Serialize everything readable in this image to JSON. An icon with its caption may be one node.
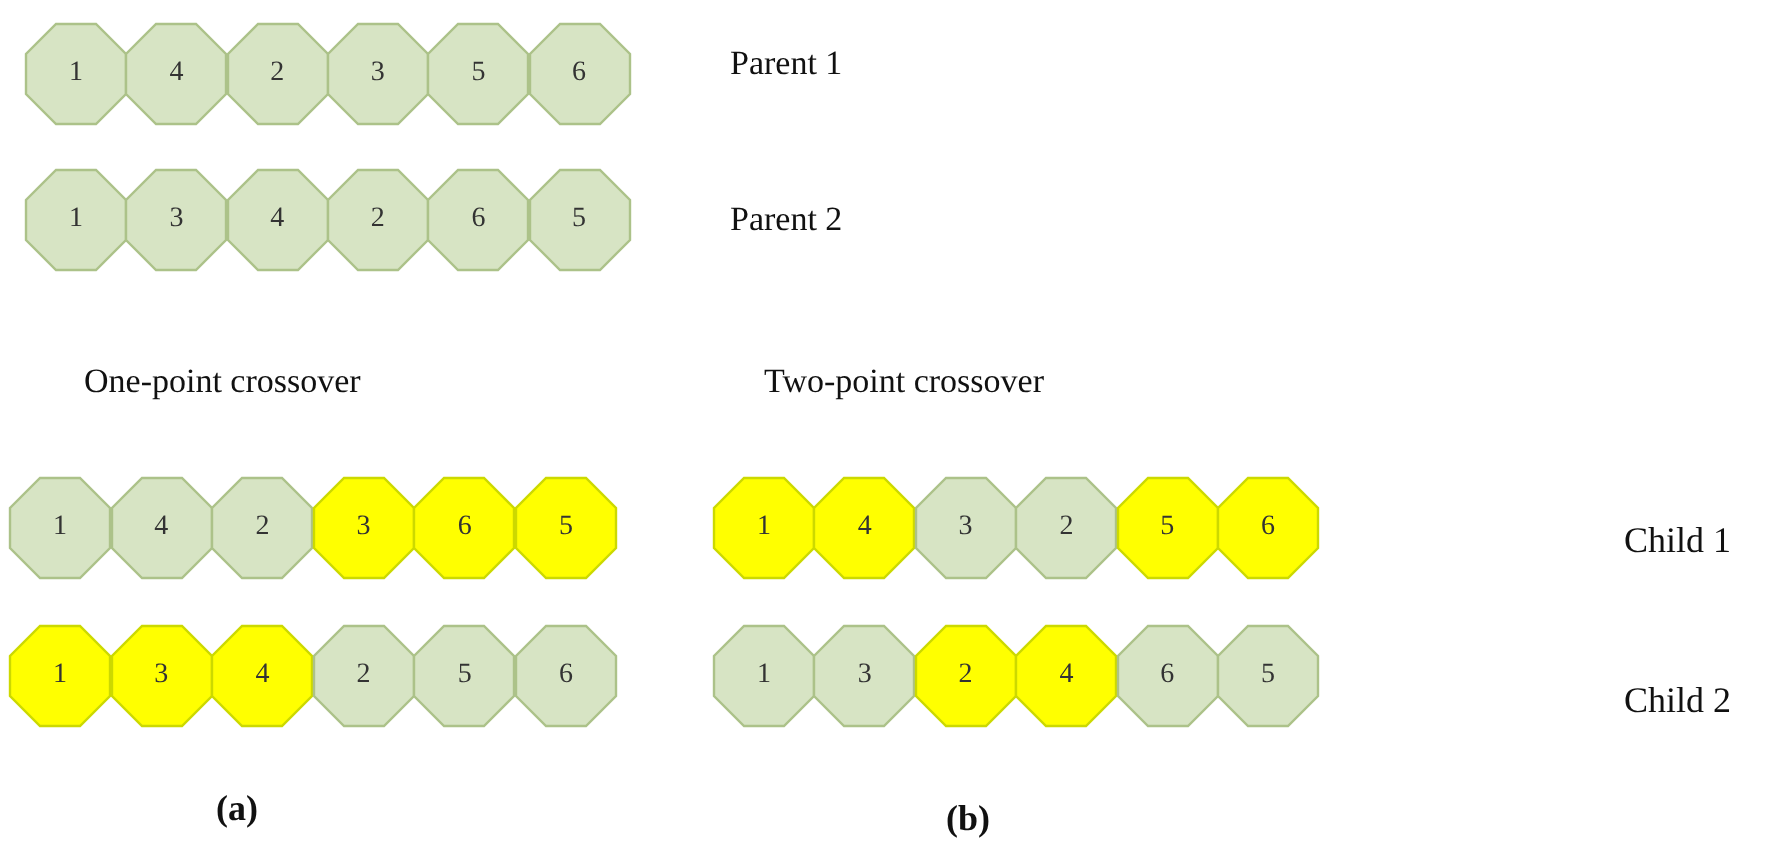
{
  "diagram": {
    "nodes": [
      {
        "text": [
          "1"
        ]
      },
      {
        "text": [
          "4"
        ]
      },
      {
        "text": [
          "2"
        ]
      },
      {
        "text": [
          "3"
        ]
      },
      {
        "text": [
          "5"
        ]
      },
      {
        "text": [
          "6"
        ]
      },
      {
        "text": [
          "1"
        ]
      },
      {
        "text": [
          "3"
        ]
      },
      {
        "text": [
          "4"
        ]
      },
      {
        "text": [
          "2"
        ]
      },
      {
        "text": [
          "6"
        ]
      },
      {
        "text": [
          "5"
        ]
      },
      {
        "text": [
          "1"
        ]
      },
      {
        "text": [
          "4"
        ]
      },
      {
        "text": [
          "2"
        ]
      },
      {
        "text": [
          "3"
        ]
      },
      {
        "text": [
          "6"
        ]
      },
      {
        "text": [
          "5"
        ]
      },
      {
        "text": [
          "1"
        ]
      },
      {
        "text": [
          "4"
        ]
      },
      {
        "text": [
          "3"
        ]
      },
      {
        "text": [
          "2"
        ]
      },
      {
        "text": [
          "5"
        ]
      },
      {
        "text": [
          "6"
        ]
      },
      {
        "text": [
          "1"
        ]
      },
      {
        "text": [
          "3"
        ]
      },
      {
        "text": [
          "4"
        ]
      },
      {
        "text": [
          "2"
        ]
      },
      {
        "text": [
          "5"
        ]
      },
      {
        "text": [
          "6"
        ]
      },
      {
        "text": [
          "1"
        ]
      },
      {
        "text": [
          "3"
        ]
      },
      {
        "text": [
          "2"
        ]
      },
      {
        "text": [
          "4"
        ]
      },
      {
        "text": [
          "6"
        ]
      },
      {
        "text": [
          "5"
        ]
      }
    ],
    "labels": [
      "Parent 1",
      "Parent 2",
      "One-point crossover",
      "Two-point crossover",
      "Child 1",
      "Child 2",
      "(a)",
      "(b)"
    ]
  }
}
